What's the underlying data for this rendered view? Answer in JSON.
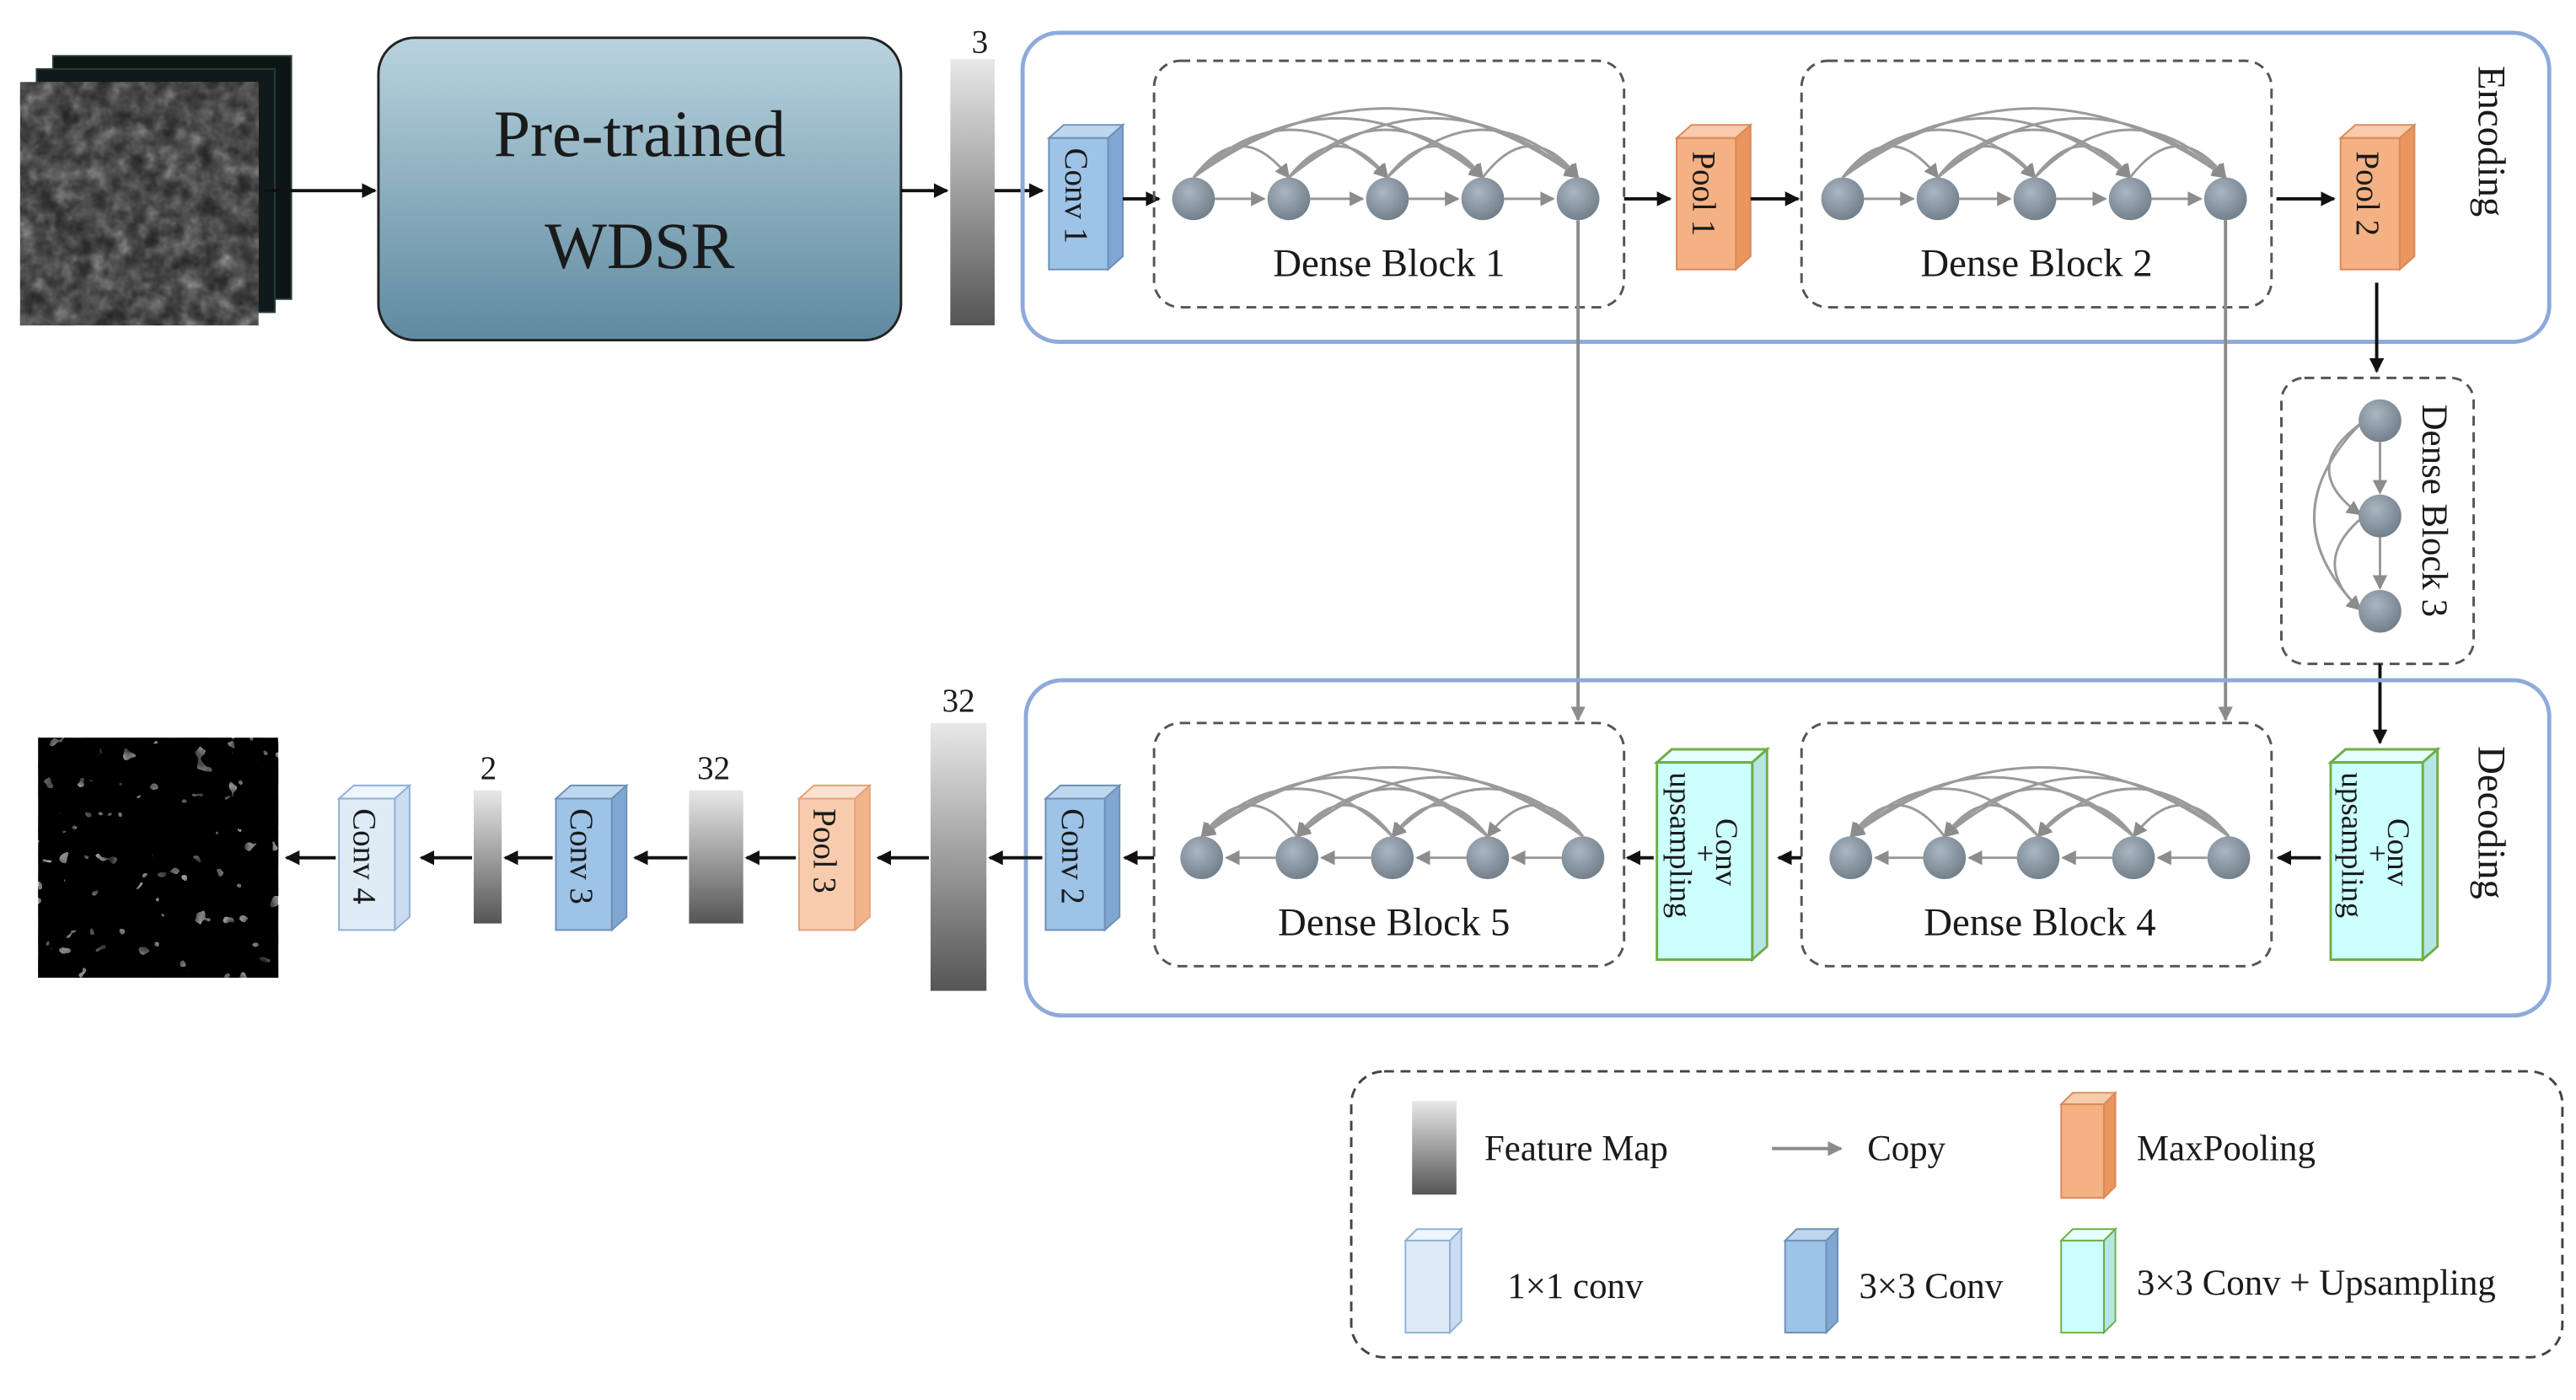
{
  "pretrained_label_line1": "Pre-trained",
  "pretrained_label_line2": "WDSR",
  "encoding_label": "Encoding",
  "decoding_label": "Decoding",
  "channels": {
    "after_wdsr": "3",
    "before_conv2": "32",
    "after_pool3": "32",
    "after_conv3": "2"
  },
  "blocks": {
    "dense1": "Dense Block 1",
    "dense2": "Dense Block 2",
    "dense3": "Dense Block 3",
    "dense4": "Dense Block 4",
    "dense5": "Dense Block 5"
  },
  "layers": {
    "conv1": "Conv 1",
    "conv2": "Conv 2",
    "conv3": "Conv 3",
    "conv4": "Conv 4",
    "pool1": "Pool 1",
    "pool2": "Pool 2",
    "pool3": "Pool 3",
    "up_conv": "Conv",
    "up_plus": "+",
    "up_sampling": "upsampling"
  },
  "legend": {
    "feature_map": "Feature Map",
    "copy": "Copy",
    "maxpooling": "MaxPooling",
    "conv1x1": "1×1 conv",
    "conv3x3": "3×3 Conv",
    "conv_up": "3×3 Conv + Upsampling"
  },
  "colors": {
    "frame_blue": "#8eaadb",
    "conv3x3_fill": "#9dc3e6",
    "conv1x1_fill": "#deebf7",
    "pool_fill": "#f4b183",
    "up_fill": "#ccffff",
    "up_stroke": "#70ad47",
    "node_fill": "#8c9aa6",
    "copy_arrow": "#8c8c8c",
    "wdsr_fill": "#7fa8bd"
  }
}
